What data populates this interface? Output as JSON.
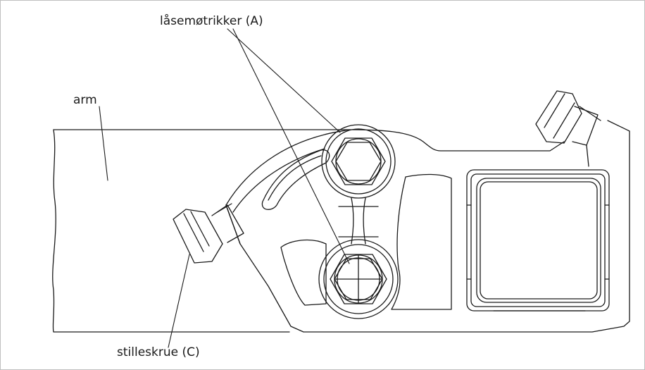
{
  "labels": {
    "locknuts": "låsemøtrikker (A)",
    "arm": "arm",
    "adjusting_screw": "stilleskrue (C)"
  },
  "colors": {
    "line": "#1a1a1a",
    "border": "#bfbfbf",
    "background": "#ffffff"
  }
}
